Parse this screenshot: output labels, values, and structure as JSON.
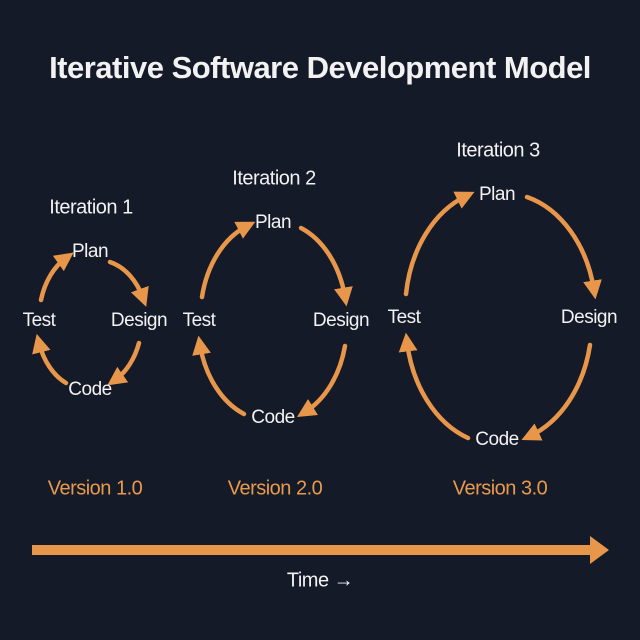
{
  "title": "Iterative Software Development Model",
  "colors": {
    "background": "#151a29",
    "accent": "#e8974a",
    "text": "#f2f2f2"
  },
  "iterations": [
    {
      "label": "Iteration 1",
      "version": "Version 1.0",
      "phases": {
        "plan": "Plan",
        "design": "Design",
        "code": "Code",
        "test": "Test"
      }
    },
    {
      "label": "Iteration 2",
      "version": "Version 2.0",
      "phases": {
        "plan": "Plan",
        "design": "Design",
        "code": "Code",
        "test": "Test"
      }
    },
    {
      "label": "Iteration 3",
      "version": "Version 3.0",
      "phases": {
        "plan": "Plan",
        "design": "Design",
        "code": "Code",
        "test": "Test"
      }
    }
  ],
  "timeline": {
    "label": "Time →"
  }
}
